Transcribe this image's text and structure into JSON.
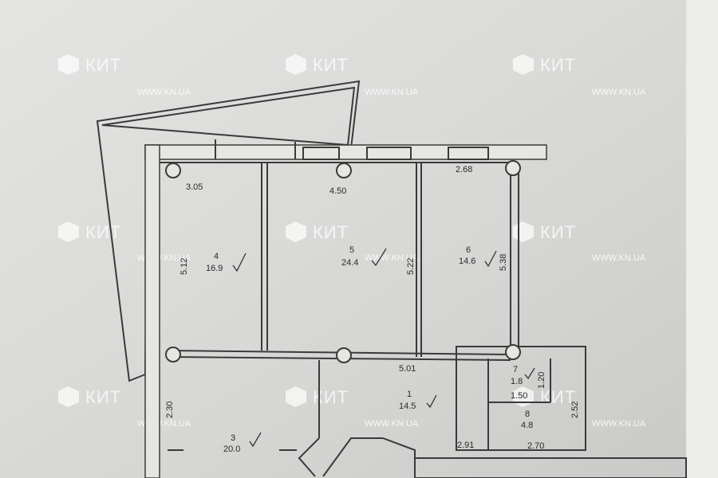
{
  "watermark": {
    "brand": "КИТ",
    "url": "WWW.KN.UA"
  },
  "dimensions": [
    "3.05",
    "4.50",
    "2.68",
    "5.12",
    "5.22",
    "5.38",
    "5.01",
    "2.30",
    "2.91",
    "2.70",
    "1.20",
    "1.50",
    "2.52"
  ],
  "rooms": [
    {
      "number": "4",
      "area": "16.9"
    },
    {
      "number": "5",
      "area": "24.4"
    },
    {
      "number": "6",
      "area": "14.6"
    },
    {
      "number": "1",
      "area": "14.5"
    },
    {
      "number": "3",
      "area": "20.0"
    },
    {
      "number": "7",
      "area": "1.8"
    },
    {
      "number": "8",
      "area": "4.8"
    }
  ]
}
